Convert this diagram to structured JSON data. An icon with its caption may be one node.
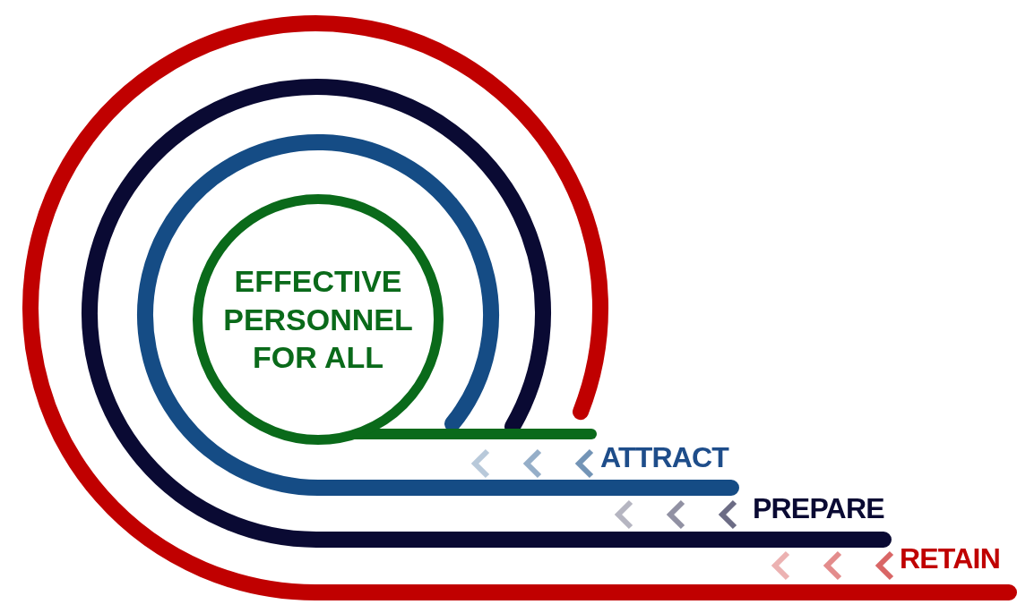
{
  "diagram": {
    "nodes": [
      {
        "text": [
          "EFFECTIVE PERSONNEL FOR ALL"
        ]
      }
    ],
    "labels": [
      "ATTRACT",
      "PREPARE",
      "RETAIN"
    ]
  }
}
